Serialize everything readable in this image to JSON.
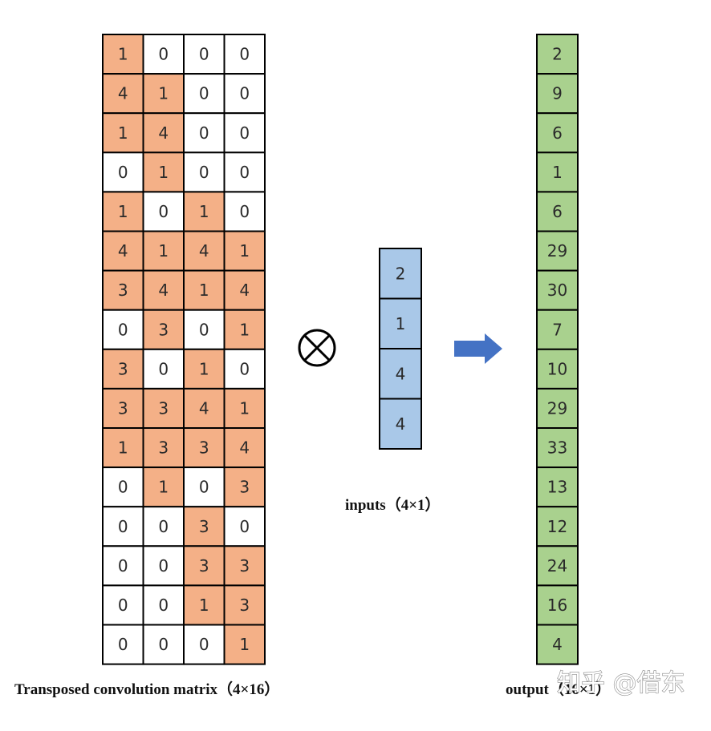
{
  "colors": {
    "filled_cell": "#f4b087",
    "empty_cell": "#ffffff",
    "input_cell": "#a9c8e8",
    "output_cell": "#a9d18e",
    "arrow": "#4472c4",
    "border": "#000000"
  },
  "matrix": {
    "rows": [
      [
        1,
        0,
        0,
        0
      ],
      [
        4,
        1,
        0,
        0
      ],
      [
        1,
        4,
        0,
        0
      ],
      [
        0,
        1,
        0,
        0
      ],
      [
        1,
        0,
        1,
        0
      ],
      [
        4,
        1,
        4,
        1
      ],
      [
        3,
        4,
        1,
        4
      ],
      [
        0,
        3,
        0,
        1
      ],
      [
        3,
        0,
        1,
        0
      ],
      [
        3,
        3,
        4,
        1
      ],
      [
        1,
        3,
        3,
        4
      ],
      [
        0,
        1,
        0,
        3
      ],
      [
        0,
        0,
        3,
        0
      ],
      [
        0,
        0,
        3,
        3
      ],
      [
        0,
        0,
        1,
        3
      ],
      [
        0,
        0,
        0,
        1
      ]
    ],
    "filled": [
      [
        1,
        0,
        0,
        0
      ],
      [
        1,
        1,
        0,
        0
      ],
      [
        1,
        1,
        0,
        0
      ],
      [
        0,
        1,
        0,
        0
      ],
      [
        1,
        0,
        1,
        0
      ],
      [
        1,
        1,
        1,
        1
      ],
      [
        1,
        1,
        1,
        1
      ],
      [
        0,
        1,
        0,
        1
      ],
      [
        1,
        0,
        1,
        0
      ],
      [
        1,
        1,
        1,
        1
      ],
      [
        1,
        1,
        1,
        1
      ],
      [
        0,
        1,
        0,
        1
      ],
      [
        0,
        0,
        1,
        0
      ],
      [
        0,
        0,
        1,
        1
      ],
      [
        0,
        0,
        1,
        1
      ],
      [
        0,
        0,
        0,
        1
      ]
    ],
    "caption": "Transposed convolution matrix（4×16）"
  },
  "operator": {
    "symbol": "⊗"
  },
  "inputs": {
    "values": [
      2,
      1,
      4,
      4
    ],
    "caption": "inputs（4×1）"
  },
  "arrow": {
    "icon": "right-arrow-icon"
  },
  "output": {
    "values": [
      2,
      9,
      6,
      1,
      6,
      29,
      30,
      7,
      10,
      29,
      33,
      13,
      12,
      24,
      16,
      4
    ],
    "caption": "output（16×1）"
  },
  "watermark": {
    "text": "知乎 @借东"
  }
}
